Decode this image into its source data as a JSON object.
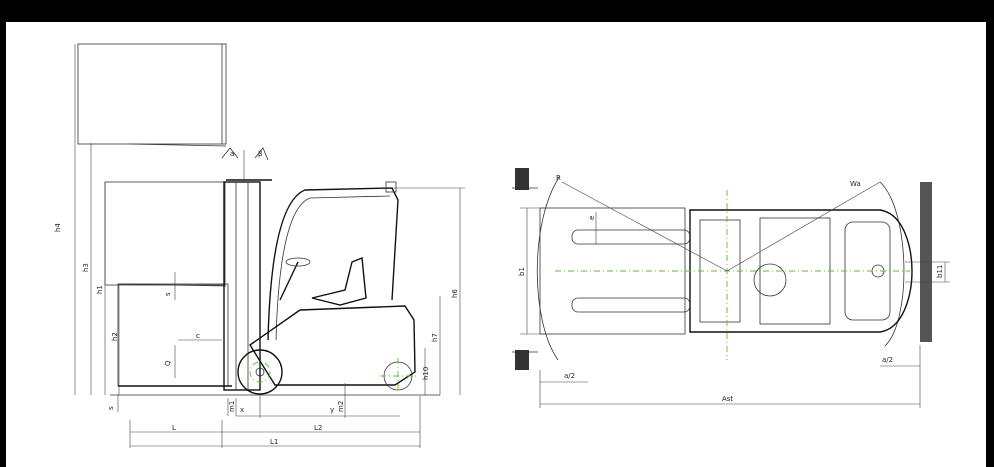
{
  "side_view": {
    "labels": {
      "h4": "h4",
      "h3": "h3",
      "h1": "h1",
      "h2": "h2",
      "h6": "h6",
      "h7": "h7",
      "h10": "h10",
      "s_fork": "s",
      "s_bottom": "s",
      "c": "c",
      "Q": "Q",
      "m1": "m1",
      "m2": "m2",
      "x": "x",
      "y": "y",
      "L": "L",
      "L2": "L2",
      "L1": "L1",
      "tilt_a": "a",
      "tilt_b": "β"
    }
  },
  "top_view": {
    "labels": {
      "R": "R",
      "Wa": "Wa",
      "e": "e",
      "b1": "b1",
      "b11": "b11",
      "a2_left": "a/2",
      "a2_right": "a/2",
      "Ast": "Ast"
    }
  },
  "colors": {
    "frame": "#000000",
    "centerline": "#5cbf2a",
    "line": "#333333"
  }
}
